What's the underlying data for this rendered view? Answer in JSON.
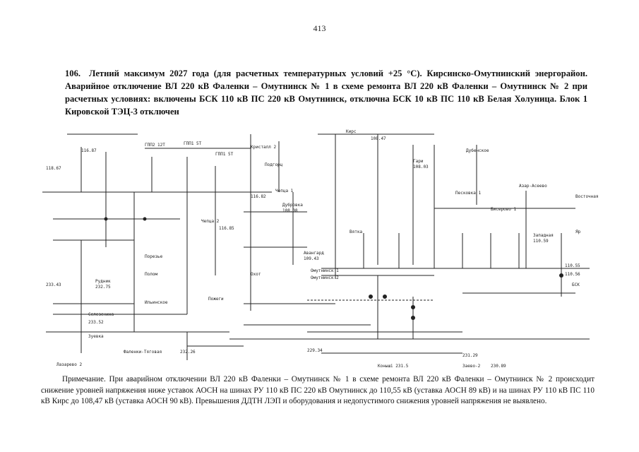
{
  "page_number": "413",
  "item": {
    "number": "106.",
    "title": "Летний максимум 2027 года (для расчетных температурных условий +25 °С). Кирсинско-Омутнинский энергорайон. Аварийное отключение ВЛ 220 кВ Фаленки – Омутнинск № 1 в схеме ремонта ВЛ 220 кВ Фаленки – Омутнинск № 2 при расчетных условиях: включены БСК 110 кВ ПС 220 кВ Омутнинск, отключна БСК 10 кВ ПС 110 кВ Белая Холуница. Блок 1 Кировской ТЭЦ-3 отключен"
  },
  "diagram": {
    "labels": {
      "omutninsk": "Омутнинск 1",
      "omutninsk2": "Омутнинск 2",
      "kirs": "Кирс",
      "kirs_value": "108.47",
      "kristall": "Кристалл 2",
      "gpp2": "ГПП2 12Т",
      "gpp1": "ГПП1 5Т",
      "gpp1b": "ГПП1 5Т",
      "podgorz": "Подгорц",
      "dubrovka": "Дубровка",
      "dubrovka_value": "108.08",
      "avangard": "Авангард",
      "avangard_value": "109.43",
      "chepca1": "Чепца 1",
      "chepca2": "Чепца 2",
      "chepca_value": "116.85",
      "peskovka": "Песковка 1",
      "biserovo": "Бисерово 1",
      "bsk": "БСК",
      "value_110_55": "110.55",
      "value_110_56": "110.56",
      "faleniki": "Фаленки-Тяговая",
      "faleniki_value": "232.26",
      "lazarevo": "Лазарево 2",
      "zaevo": "Заево-2",
      "zaevo_value": "230.89",
      "konyshi": "Конышi 231.5",
      "selezen": "Селезениха",
      "selezen_value": "233.52",
      "zuevka": "Зуевка",
      "pozhegi": "Пожеги",
      "polom": "Полом",
      "porez": "Порезье",
      "rudnik": "Рудник",
      "rudnik_value": "232.75",
      "ilyinskoe": "Ильинское",
      "gary": "Гари",
      "gary_value": "108.03",
      "zapadnaya": "Западная",
      "zapadnaya_value": "110.59",
      "vostochnaya": "Восточная",
      "yar": "Яр",
      "value_116_87": "116.87",
      "value_118_67": "118.67",
      "value_116_82": "116.82",
      "value_233_43": "233.43",
      "value_231_29": "231.29",
      "value_229_34": "229.34",
      "ochot": "Охот",
      "azar": "Азар-Асеево",
      "vyatka": "Вятка",
      "dubenskoe": "Дубенское"
    }
  },
  "note": "Примечание. При аварийном отключении ВЛ 220 кВ Фаленки – Омутнинск № 1 в схеме ремонта ВЛ 220 кВ Фаленки – Омутнинск № 2 происходит снижение уровней напряжения ниже уставок АОСН на шинах РУ 110 кВ ПС 220 кВ Омутнинск до 110,55 кВ (уставка АОСН 89 кВ) и на шинах РУ 110 кВ ПС 110 кВ Кирс до 108,47 кВ (уставка АОСН 90 кВ). Превышения ДДТН ЛЭП и оборудования и недопустимого снижения уровней напряжения не выявлено."
}
